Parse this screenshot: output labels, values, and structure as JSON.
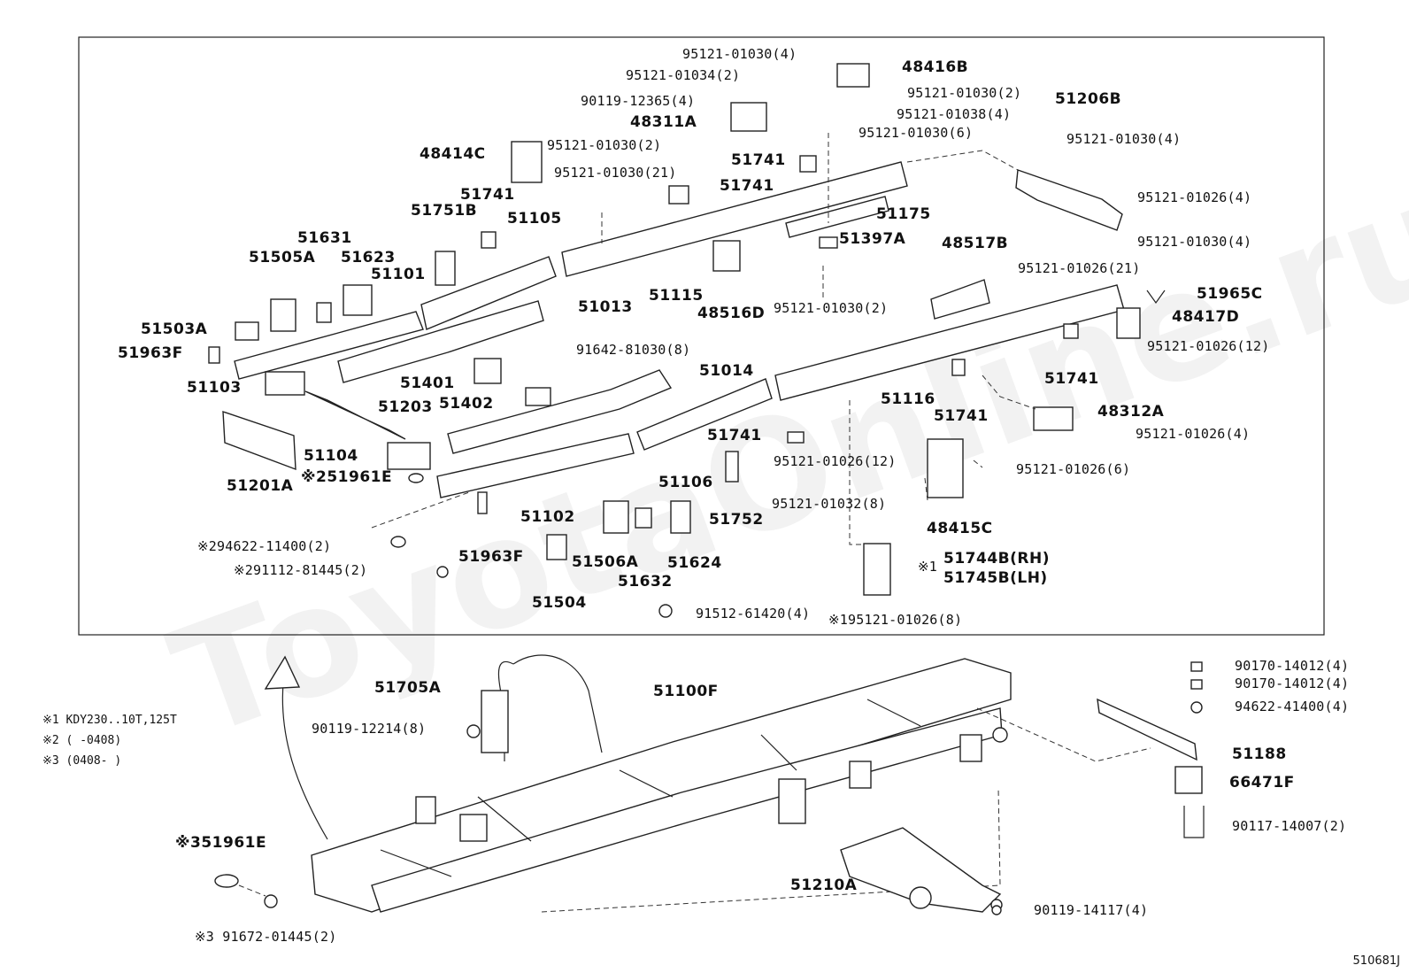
{
  "watermark": "ToyotaOnline.ru",
  "diagram_code": "510681J",
  "notes": [
    "※1 KDY230..10T,125T",
    "※2 (     -0408)",
    "※3 (0408-     )"
  ],
  "labels": {
    "p95121_01030_4a": "95121-01030(4)",
    "p48416B": "48416B",
    "p95121_01034_2": "95121-01034(2)",
    "p95121_01030_2a": "95121-01030(2)",
    "p90119_12365_4": "90119-12365(4)",
    "p95121_01038_4": "95121-01038(4)",
    "p51206B": "51206B",
    "p48311A": "48311A",
    "p95121_01030_6": "95121-01030(6)",
    "p95121_01030_4b": "95121-01030(4)",
    "p95121_01030_2b": "95121-01030(2)",
    "p48414C": "48414C",
    "p51741a": "51741",
    "p95121_01030_21": "95121-01030(21)",
    "p51741b": "51741",
    "p95121_01026_4a": "95121-01026(4)",
    "p51741c": "51741",
    "p51751B": "51751B",
    "p51105": "51105",
    "p51175": "51175",
    "p51631": "51631",
    "p51397A": "51397A",
    "p95121_01030_4c": "95121-01030(4)",
    "p51505A": "51505A",
    "p51623": "51623",
    "p48517B": "48517B",
    "p51101": "51101",
    "p95121_01026_21": "95121-01026(21)",
    "p51965C": "51965C",
    "p51115": "51115",
    "p51013": "51013",
    "p95121_01030_2c": "95121-01030(2)",
    "p48516D": "48516D",
    "p48417D": "48417D",
    "p51503A": "51503A",
    "p51963F_a": "51963F",
    "p91642_81030_8": "91642-81030(8)",
    "p95121_01026_12a": "95121-01026(12)",
    "p51741d": "51741",
    "p51401": "51401",
    "p51014": "51014",
    "p51103": "51103",
    "p51402": "51402",
    "p51116": "51116",
    "p51203": "51203",
    "p51741e": "51741",
    "p48312A": "48312A",
    "p51741f": "51741",
    "p95121_01026_4b": "95121-01026(4)",
    "p51104": "51104",
    "p51106": "51106",
    "p95121_01026_12b": "95121-01026(12)",
    "p95121_01026_6": "95121-01026(6)",
    "p51961E_a": "※251961E",
    "p51201A": "51201A",
    "p95121_01032_8": "95121-01032(8)",
    "p48415C": "48415C",
    "p51102": "51102",
    "p51752": "51752",
    "p94622_11400_2": "※294622-11400(2)",
    "p51963F_b": "51963F",
    "p51624": "51624",
    "p51506A": "51506A",
    "p51744B": "51744B(RH)",
    "p51745B": "51745B(LH)",
    "p51744_mark": "※1",
    "p91112_81445_2": "※291112-81445(2)",
    "p51632": "51632",
    "p51504": "51504",
    "p91512_61420_4": "91512-61420(4)",
    "p95121_01026_8": "※195121-01026(8)",
    "p51705A": "51705A",
    "p51100F": "51100F",
    "p90170_14012_4a": "90170-14012(4)",
    "p90170_14012_4b": "90170-14012(4)",
    "p94622_41400_4": "94622-41400(4)",
    "p90119_12214_8": "90119-12214(8)",
    "p51188": "51188",
    "p66471F": "66471F",
    "p51961E_b": "※351961E",
    "p90117_14007_2": "90117-14007(2)",
    "p51210A": "51210A",
    "p90119_14117_4": "90119-14117(4)",
    "p91672_01445_2": "※3 91672-01445(2)"
  }
}
